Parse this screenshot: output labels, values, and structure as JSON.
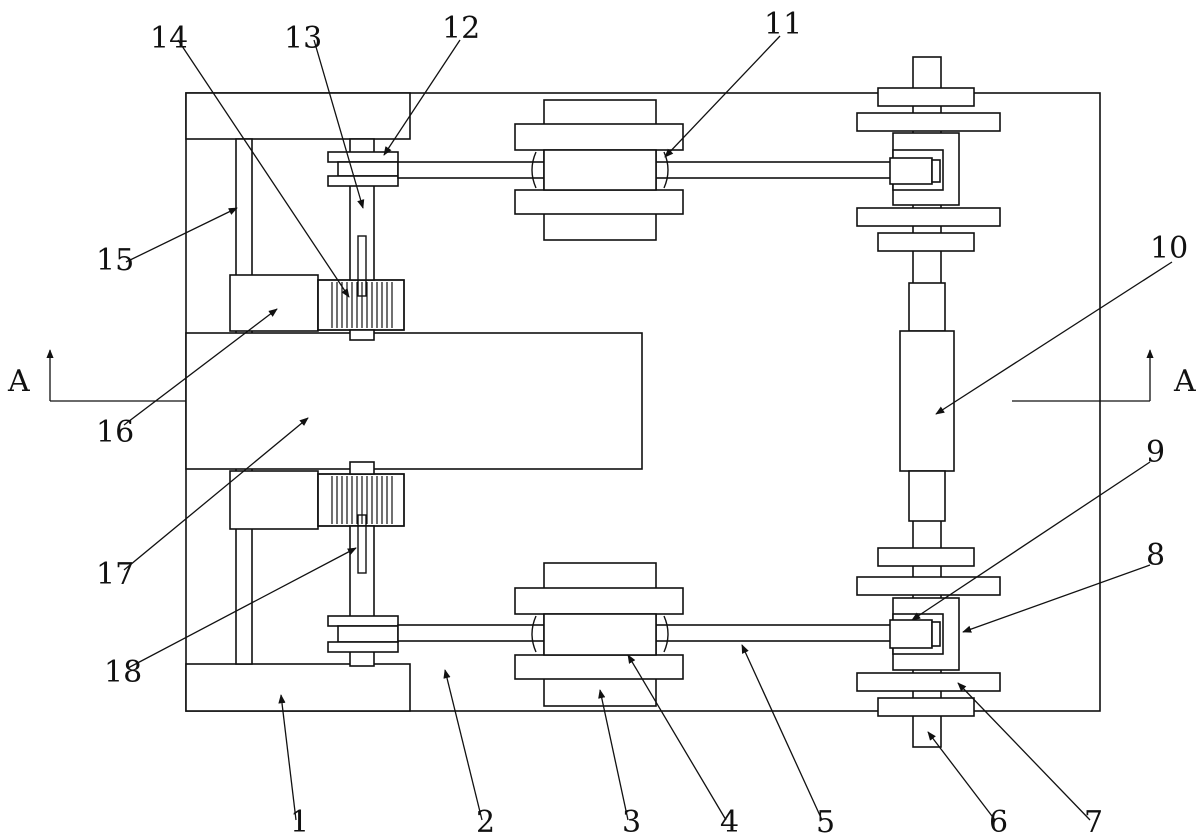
{
  "labels": {
    "p1": "1",
    "p2": "2",
    "p3": "3",
    "p4": "4",
    "p5": "5",
    "p6": "6",
    "p7": "7",
    "p8": "8",
    "p9": "9",
    "p10": "10",
    "p11": "11",
    "p12": "12",
    "p13": "13",
    "p14": "14",
    "p15": "15",
    "p16": "16",
    "p17": "17",
    "p18": "18"
  },
  "section": {
    "left": "A",
    "right": "A"
  }
}
